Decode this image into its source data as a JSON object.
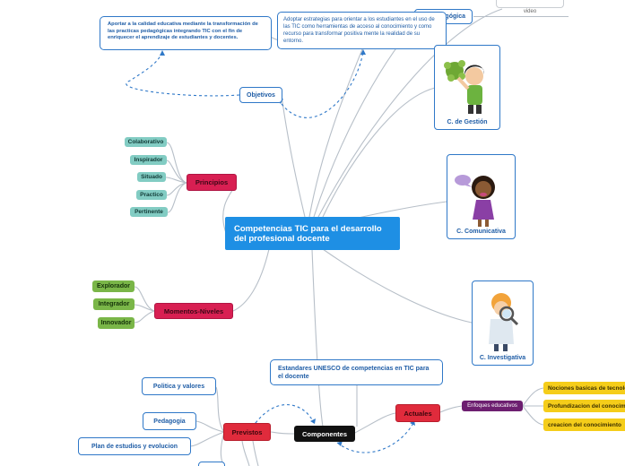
{
  "central": {
    "title": "Competencias TIC para el desarrollo del profesional docente"
  },
  "top": {
    "video_label": "video",
    "pedagogica_label": "Pedagógica",
    "adoptar_text": "Adoptar estrategias para orientar a los estudiantes en el uso de las TIC como herramientas de acceso al conocimiento y  como recurso para transformar positiva mente la realidad de su entorno.",
    "aportar_text": "Aportar a la calidad educativa mediante la transformación de las practicas pedagógicas integrando TIC con el fin de enriquecer el aprendizaje de estudiantes y docentes.",
    "objetivos_label": "Objetivos"
  },
  "competencias": {
    "gestion_label": "C. de Gestión",
    "comunicativa_label": "C. Comunicativa",
    "investigativa_label": "C. Investigativa"
  },
  "principios": {
    "label": "Principios",
    "items": [
      "Colaborativo",
      "Inspirador",
      "Situado",
      "Practico",
      "Pertinente"
    ]
  },
  "momentos": {
    "label": "Momentos-Niveles",
    "items": [
      "Explorador",
      "Integrador",
      "Innovador"
    ]
  },
  "componentes": {
    "label": "Componentes",
    "estandares_text": "Estandares UNESCO de competencias en TIC para el docente",
    "previstos": {
      "label": "Previstos",
      "items": [
        "Politica y valores",
        "Pedagogia",
        "Plan de estudios y evolucion"
      ]
    },
    "actuales": {
      "label": "Actuales",
      "enfoques_label": "Enfoques educativos",
      "enfoques": [
        "Nociones basicas de tecnologia",
        "Profundizacion del conocimiento",
        "creacion del conocimiento"
      ]
    }
  },
  "colors": {
    "central": "#1e8fe4",
    "outline_blue": "#2f78c8",
    "principios": "#d81f52",
    "principio_items": "#82ccc3",
    "nivel_items": "#7ab648",
    "previstos_actuales": "#e02b3c",
    "enfoques": "#6d1f70",
    "enfoque_items": "#f5cd1a",
    "componentes": "#111111",
    "links": "#b7bfc8"
  }
}
